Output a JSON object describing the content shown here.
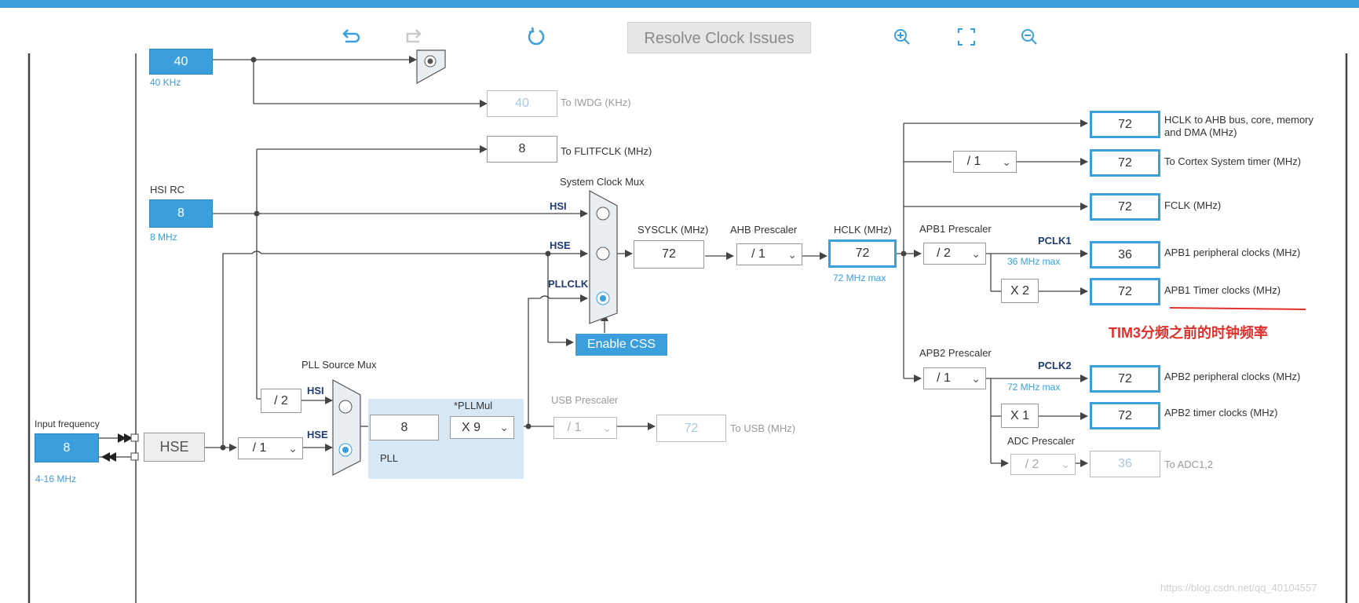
{
  "toolbar": {
    "undo_icon": "undo-icon",
    "redo_icon": "redo-icon",
    "refresh_icon": "refresh-icon",
    "resolve_label": "Resolve Clock Issues",
    "zoom_in_icon": "zoom-in-icon",
    "fit_icon": "fit-screen-icon",
    "zoom_out_icon": "zoom-out-icon"
  },
  "lsi": {
    "value": "40",
    "sub": "40 KHz"
  },
  "iwdg": {
    "value": "40",
    "label": "To IWDG (KHz)"
  },
  "flitf": {
    "value": "8",
    "label": "To FLITFCLK (MHz)"
  },
  "hsi_rc": {
    "title": "HSI RC",
    "value": "8",
    "sub": "8 MHz"
  },
  "sysmux": {
    "title": "System Clock Mux",
    "hsi": "HSI",
    "hse": "HSE",
    "pllclk": "PLLCLK"
  },
  "sysclk": {
    "label": "SYSCLK (MHz)",
    "value": "72"
  },
  "ahb": {
    "label": "AHB Prescaler",
    "value": "/ 1"
  },
  "hclk": {
    "label": "HCLK (MHz)",
    "value": "72",
    "sub": "72 MHz max"
  },
  "outputs": {
    "ahb_bus": {
      "value": "72",
      "label": "HCLK to AHB bus, core, memory and DMA (MHz)"
    },
    "cortex_div": "/ 1",
    "cortex": {
      "value": "72",
      "label": "To Cortex System timer (MHz)"
    },
    "fclk": {
      "value": "72",
      "label": "FCLK (MHz)"
    }
  },
  "apb1": {
    "label": "APB1 Prescaler",
    "value": "/ 2",
    "pclk": "PCLK1",
    "max": "36 MHz max",
    "periph": {
      "value": "36",
      "label": "APB1 peripheral clocks (MHz)"
    },
    "mult": "X 2",
    "timer": {
      "value": "72",
      "label": "APB1 Timer clocks (MHz)"
    }
  },
  "annotation": "TIM3分频之前的时钟频率",
  "apb2": {
    "label": "APB2 Prescaler",
    "value": "/ 1",
    "pclk": "PCLK2",
    "max": "72 MHz max",
    "periph": {
      "value": "72",
      "label": "APB2 peripheral clocks (MHz)"
    },
    "mult": "X 1",
    "timer": {
      "value": "72",
      "label": "APB2 timer clocks (MHz)"
    }
  },
  "adc": {
    "label": "ADC Prescaler",
    "value": "/ 2",
    "out": "36",
    "out_label": "To ADC1,2"
  },
  "enable_css": "Enable CSS",
  "pllsrc": {
    "title": "PLL Source Mux",
    "hsi": "HSI",
    "hse": "HSE",
    "hsi_div": "/ 2"
  },
  "pll": {
    "value": "8",
    "mul_label": "*PLLMul",
    "mul": "X 9",
    "label": "PLL"
  },
  "usb": {
    "label": "USB Prescaler",
    "value": "/ 1",
    "out": "72",
    "out_label": "To USB (MHz)"
  },
  "input": {
    "label": "Input frequency",
    "value": "8",
    "range": "4-16 MHz"
  },
  "hse": {
    "label": "HSE",
    "div": "/ 1"
  },
  "watermark": "https://blog.csdn.net/qq_40104557",
  "colors": {
    "accent": "#3a9fdc",
    "annotation": "#e0312b",
    "pll_bg": "#d6e7f5",
    "wire": "#444444"
  }
}
